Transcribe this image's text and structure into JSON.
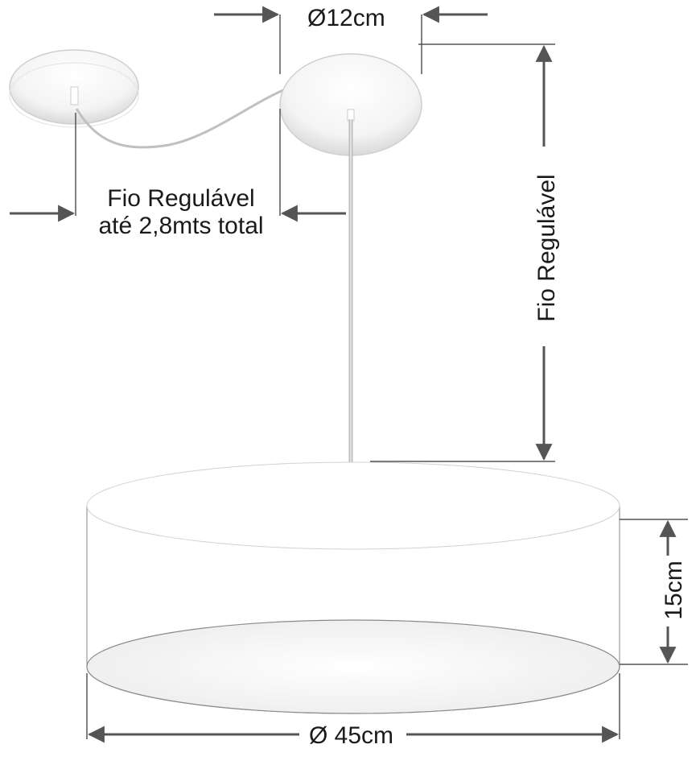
{
  "labels": {
    "ceiling_plate_diameter": "Ø12cm",
    "cord_total_line1": "Fio Regulável",
    "cord_total_line2": "até 2,8mts total",
    "cord_vertical": "Fio Regulável",
    "shade_height": "15cm",
    "shade_diameter": "Ø 45cm"
  },
  "colors": {
    "line": "#555555",
    "plate_fill": "#ffffff",
    "plate_shadow": "#d6d6d6",
    "cord": "#bdbdbd",
    "shade_fill": "#ffffff",
    "shade_inner": "#f6f6f6"
  }
}
